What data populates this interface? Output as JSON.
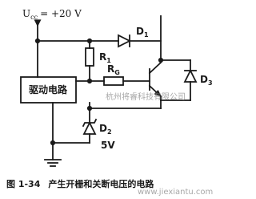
{
  "supply_label": "U",
  "supply_sub": "cc",
  "supply_value": "= +20 V",
  "labels": {
    "d1": "D",
    "d1_sub": "1",
    "r1": "R",
    "r1_sub": "1",
    "rg": "R",
    "rg_sub": "G",
    "d2": "D",
    "d2_sub": "2",
    "d2_voltage": "5V",
    "d3": "D",
    "d3_sub": "3"
  },
  "driver_label": "驱动电路",
  "watermark_text": "杭州将睿科技有限公司",
  "watermark_url": "www.jiexiantu.com",
  "caption": {
    "figure_no": "图 1-34",
    "title": "产生开栅和关断电压的电路"
  }
}
